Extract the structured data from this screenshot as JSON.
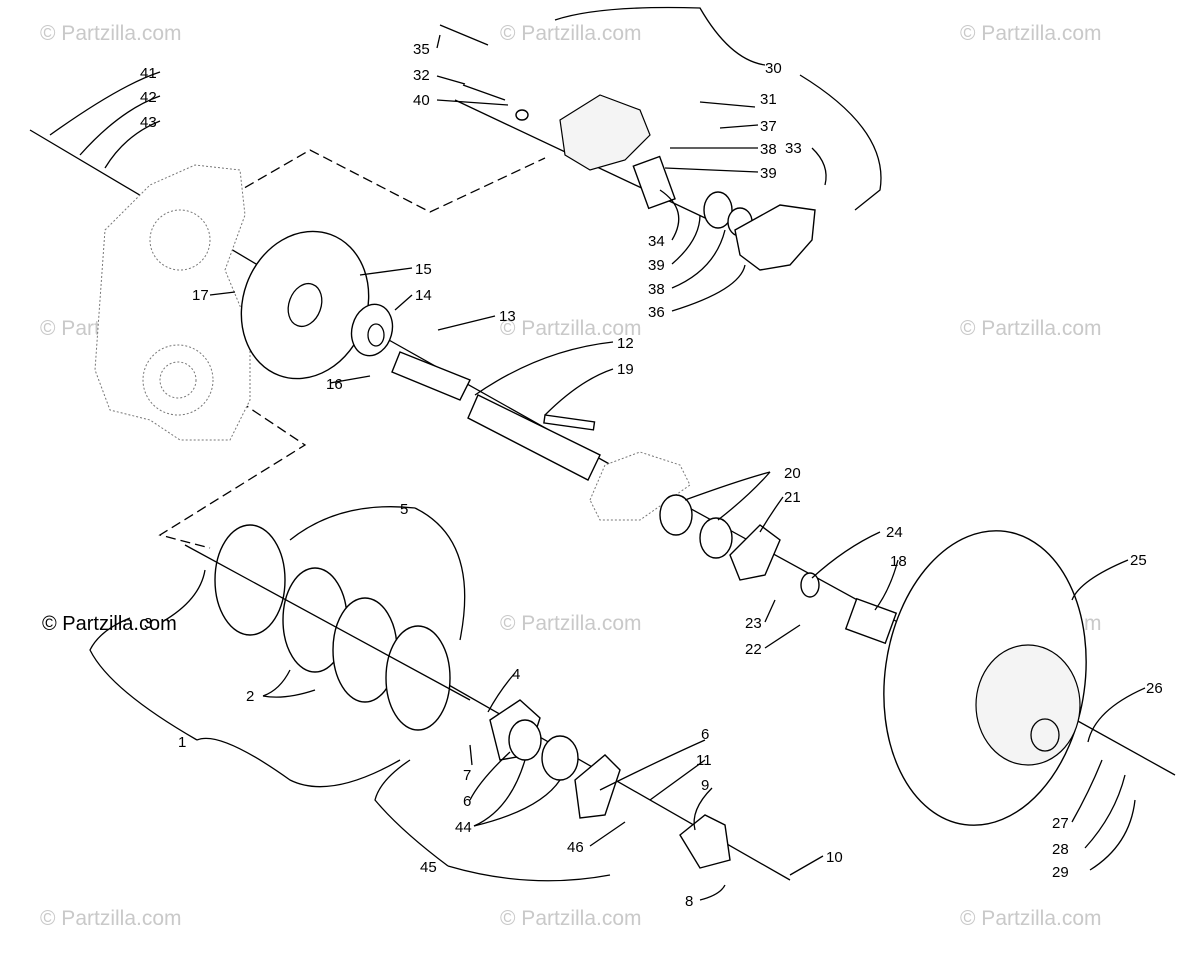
{
  "watermark": "© Partzilla.com",
  "copyright": "© Partzilla.com",
  "callouts": [
    "1",
    "2",
    "3",
    "4",
    "5",
    "6",
    "6",
    "7",
    "8",
    "9",
    "10",
    "11",
    "12",
    "13",
    "14",
    "15",
    "16",
    "17",
    "18",
    "19",
    "20",
    "21",
    "22",
    "23",
    "24",
    "25",
    "26",
    "27",
    "28",
    "29",
    "30",
    "31",
    "32",
    "33",
    "34",
    "35",
    "36",
    "37",
    "38",
    "38",
    "39",
    "39",
    "40",
    "41",
    "42",
    "43",
    "44",
    "45",
    "46"
  ]
}
